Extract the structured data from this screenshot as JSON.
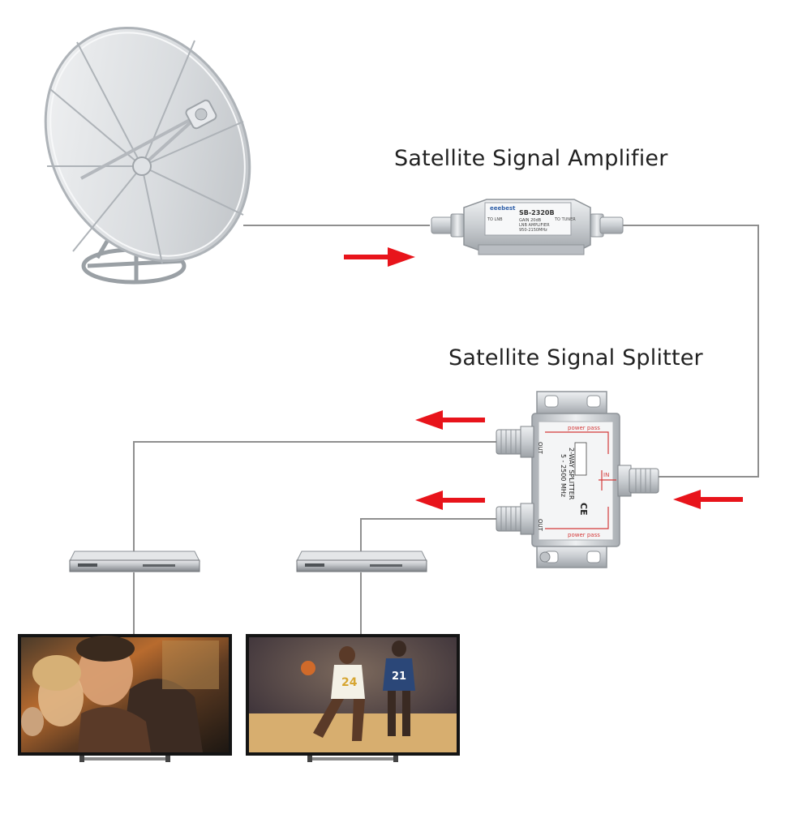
{
  "labels": {
    "amplifier": "Satellite Signal Amplifier",
    "splitter": "Satellite Signal Splitter"
  },
  "amplifier_device": {
    "brand": "eeebest",
    "model": "SB-2320B",
    "to_lnb": "TO LNB",
    "to_tuner": "TO TUNER",
    "spec_gain": "GAIN 20dB",
    "spec_type": "LNB AMPLIFIER",
    "spec_freq": "950-2150MHz"
  },
  "splitter_device": {
    "power_pass_top": "power pass",
    "power_pass_bottom": "power pass",
    "out_top": "OUT",
    "out_bottom": "OUT",
    "in": "IN",
    "name": "2-WAY SPLITTER",
    "freq": "5 - 2500 MHz",
    "ce": "CE"
  },
  "tv_right": {
    "jersey_a": "24",
    "jersey_b": "21"
  },
  "colors": {
    "arrow": "#e8141b",
    "cable": "#8f8f8f",
    "metal": "#c9cdd1"
  },
  "icons": [
    "satellite-dish-icon",
    "amplifier-device",
    "splitter-device",
    "receiver-box",
    "television"
  ]
}
